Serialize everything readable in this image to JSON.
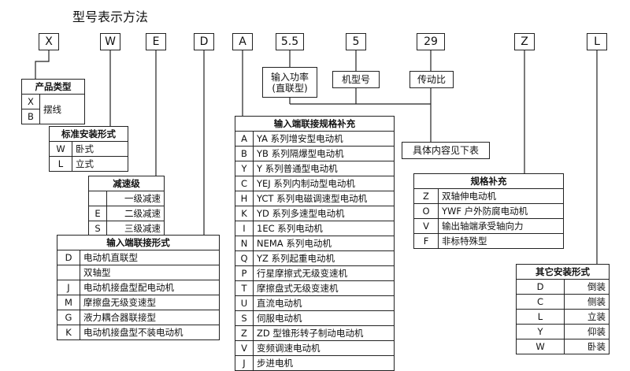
{
  "title": "型号表示方法",
  "codes": [
    "X",
    "W",
    "E",
    "D",
    "A",
    "5.5",
    "5",
    "29",
    "Z",
    "L"
  ],
  "labels": {
    "power": [
      "输入功率",
      "(直联型)"
    ],
    "frame": "机型号",
    "ratio": "传动比",
    "see_table": "具体内容见下表"
  },
  "product_type": {
    "header": "产品类型",
    "rows": [
      {
        "code": "X"
      },
      {
        "code": "B"
      }
    ],
    "desc": "摆线"
  },
  "std_mount": {
    "header": "标准安装形式",
    "rows": [
      {
        "code": "W",
        "desc": "卧式"
      },
      {
        "code": "L",
        "desc": "立式"
      }
    ]
  },
  "reduction": {
    "header": "减速级",
    "rows": [
      {
        "code": "",
        "desc": "一级减速"
      },
      {
        "code": "E",
        "desc": "二级减速"
      },
      {
        "code": "S",
        "desc": "三级减速"
      }
    ]
  },
  "input_conn": {
    "header": "输入端联接形式",
    "rows": [
      {
        "code": "D",
        "desc": "电动机直联型"
      },
      {
        "code": "",
        "desc": "双轴型"
      },
      {
        "code": "J",
        "desc": "电动机接盘型配电动机"
      },
      {
        "code": "M",
        "desc": "摩擦盘无级变速型"
      },
      {
        "code": "G",
        "desc": "液力耦合器联接型"
      },
      {
        "code": "K",
        "desc": "电动机接盘型不装电动机"
      }
    ]
  },
  "input_spec": {
    "header": "输入端联接规格补充",
    "rows": [
      {
        "code": "A",
        "desc": "YA 系列增安型电动机"
      },
      {
        "code": "B",
        "desc": "YB 系列隔爆型电动机"
      },
      {
        "code": "Y",
        "desc": "Y 系列普通型电动机"
      },
      {
        "code": "C",
        "desc": "YEJ 系列内制动型电动机"
      },
      {
        "code": "H",
        "desc": "YCT 系列电磁调速型电动机"
      },
      {
        "code": "K",
        "desc": "YD 系列多速型电动机"
      },
      {
        "code": "I",
        "desc": "1EC 系列电动机"
      },
      {
        "code": "N",
        "desc": "NEMA 系列电动机"
      },
      {
        "code": "Q",
        "desc": "YZ 系列起重电动机"
      },
      {
        "code": "P",
        "desc": "行星摩擦式无级变速机"
      },
      {
        "code": "T",
        "desc": "摩擦盘式无级变速机"
      },
      {
        "code": "U",
        "desc": "直流电动机"
      },
      {
        "code": "S",
        "desc": "伺服电动机"
      },
      {
        "code": "Z",
        "desc": "ZD 型锥形转子制动电动机"
      },
      {
        "code": "V",
        "desc": "变频调速电动机"
      },
      {
        "code": "J",
        "desc": "步进电机"
      }
    ]
  },
  "spec_supp": {
    "header": "规格补充",
    "rows": [
      {
        "code": "Z",
        "desc": "双轴伸电动机"
      },
      {
        "code": "O",
        "desc": "YWF 户外防腐电动机"
      },
      {
        "code": "V",
        "desc": "输出轴端承受轴向力"
      },
      {
        "code": "F",
        "desc": "非标特殊型"
      }
    ]
  },
  "other_mount": {
    "header": "其它安装形式",
    "rows": [
      {
        "code": "D",
        "desc": "倒装"
      },
      {
        "code": "C",
        "desc": "侧装"
      },
      {
        "code": "L",
        "desc": "立装"
      },
      {
        "code": "Y",
        "desc": "仰装"
      },
      {
        "code": "W",
        "desc": "卧装"
      }
    ]
  }
}
